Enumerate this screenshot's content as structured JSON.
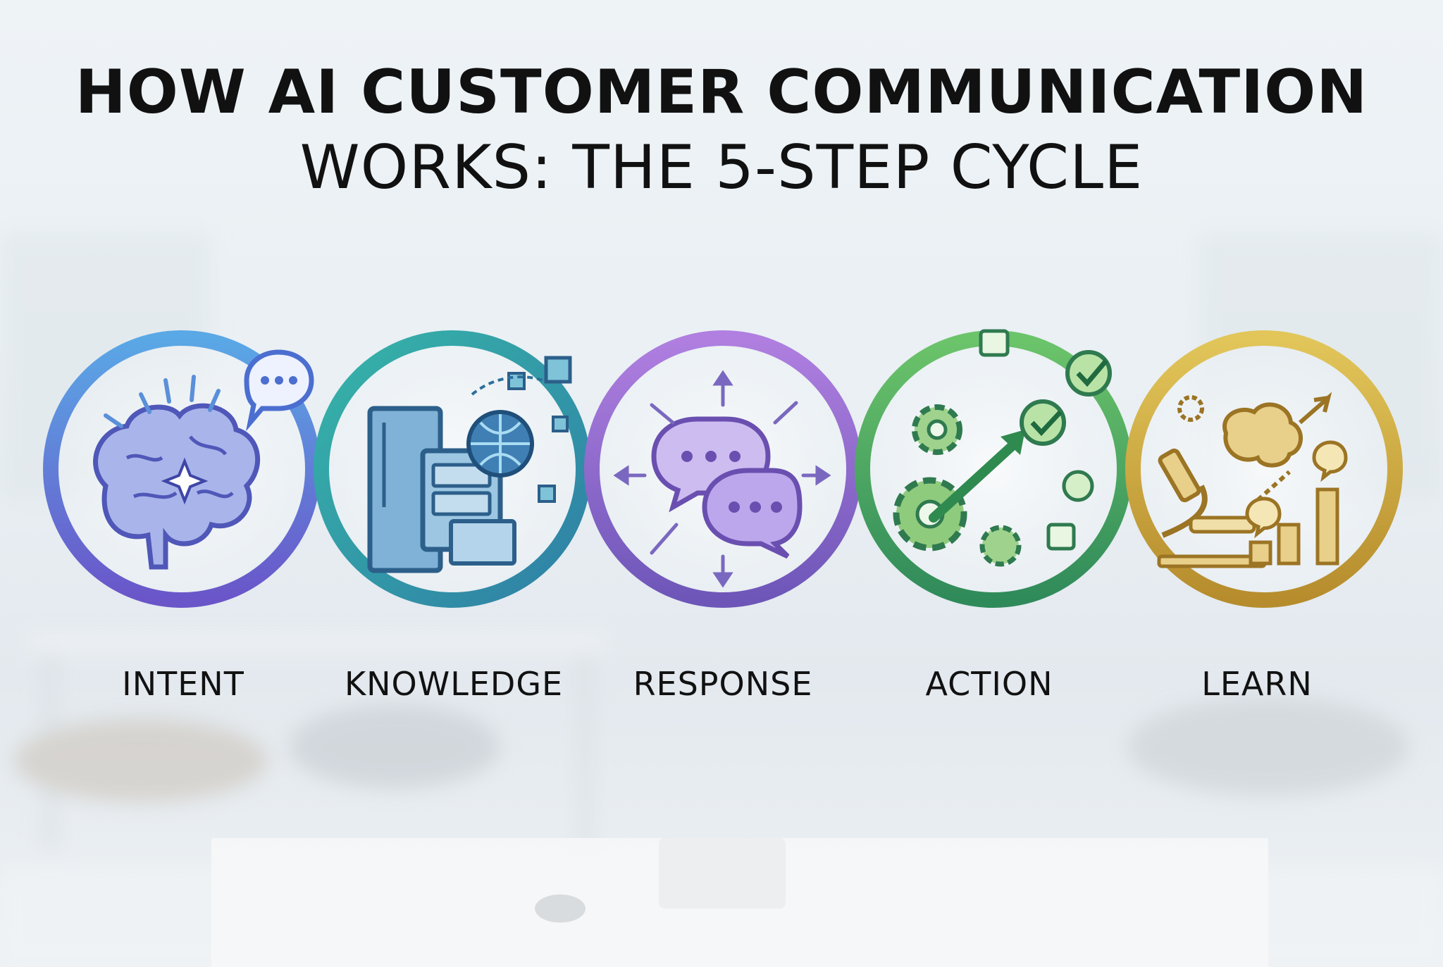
{
  "title": {
    "line1": "HOW AI CUSTOMER COMMUNICATION",
    "line2": "WORKS: THE 5-STEP CYCLE"
  },
  "steps": [
    {
      "label": "INTENT",
      "color": "#6b78d6",
      "icon": "brain-spark-icon"
    },
    {
      "label": "KNOWLEDGE",
      "color": "#2aa6a0",
      "icon": "file-cabinet-globe-icon"
    },
    {
      "label": "RESPONSE",
      "color": "#9a70d4",
      "icon": "chat-bubbles-icon"
    },
    {
      "label": "ACTION",
      "color": "#4cae5f",
      "icon": "gears-check-icon"
    },
    {
      "label": "LEARN",
      "color": "#c9a63d",
      "icon": "microscope-growth-icon"
    }
  ]
}
